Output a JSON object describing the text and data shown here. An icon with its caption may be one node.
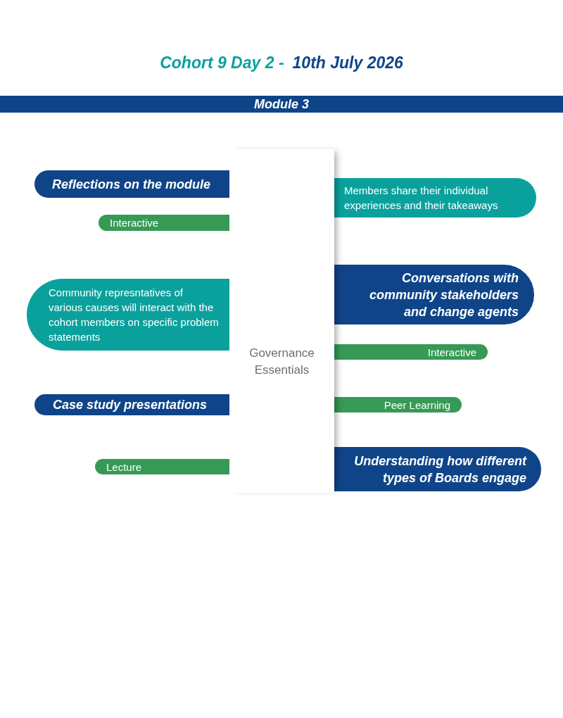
{
  "diagram": {
    "title": "Cohort 9 Day 2 -",
    "nodes": [
      {
        "text": [
          "Module 3"
        ]
      },
      {
        "text": [
          "Governance Essentials"
        ]
      },
      {
        "text": [
          "Reflections on the module"
        ]
      },
      {
        "text": [
          "Members share their individual experiences and their takeaways"
        ]
      },
      {
        "text": [
          "Interactive"
        ]
      },
      {
        "text": [
          "Conversations with community stakeholders and change agents"
        ]
      },
      {
        "text": [
          "Community represntatives of various causes will interact with the cohort members on specific problem statements"
        ]
      },
      {
        "text": [
          "Interactive"
        ]
      },
      {
        "text": [
          "Case study presentations"
        ]
      },
      {
        "text": [
          "Peer Learning"
        ]
      },
      {
        "text": [
          "Understanding how different types of Boards engage"
        ]
      },
      {
        "text": [
          "Lecture"
        ]
      }
    ],
    "labels": [
      "10th July 2026"
    ]
  }
}
